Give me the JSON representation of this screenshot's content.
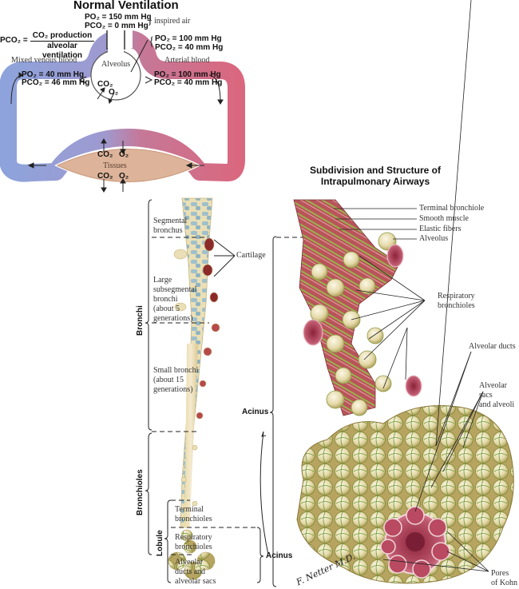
{
  "ventilation": {
    "title": "Normal Ventilation",
    "inspired": {
      "po2": "PO₂ = 150 mm Hg",
      "pco2": "PCO₂ = 0 mm Hg",
      "label": "inspired air"
    },
    "formula": {
      "lhs": "PCO₂ =",
      "numerator": "CO₂ production",
      "denominator": "alveolar ventilation"
    },
    "alveolar_gas": {
      "po2": "PO₂ = 100 mm Hg",
      "pco2": "PCO₂ = 40 mm Hg"
    },
    "alveolus_label": "Alveolus",
    "venous": {
      "label": "Mixed venous blood",
      "po2": "PO₂ = 40 mm Hg",
      "pco2": "PCO₂ = 46 mm Hg"
    },
    "arterial": {
      "label": "Arterial blood",
      "po2": "PO₂ = 100 mm Hg",
      "pco2": "PCO₂ = 40 mm Hg"
    },
    "alveolus_exchange": {
      "co2": "CO₂",
      "o2": "O₂"
    },
    "tissues": {
      "label": "Tissues",
      "co2_top": "CO₂",
      "o2_top": "O₂",
      "co2_bottom": "CO₂",
      "o2_bottom": "O₂"
    },
    "colors": {
      "venous": "#8fa3d9",
      "arterial": "#d86a85",
      "tissue": "#ddb49a"
    }
  },
  "airways": {
    "title_line1": "Subdivision and Structure of",
    "title_line2": "Intrapulmonary Airways",
    "left_labels": {
      "segmental": [
        "Segmental",
        "bronchus"
      ],
      "cartilage": "Cartilage",
      "large_subsegmental": [
        "Large",
        "subsegmental",
        "bronchi",
        "(about 5",
        "generations)"
      ],
      "small_bronchi": [
        "Small bronchi",
        "(about 15",
        "generations)"
      ],
      "terminal_bronchioles": [
        "Terminal",
        "bronchioles"
      ],
      "respiratory_bronchioles": [
        "Respiratory",
        "bronchioles"
      ],
      "alveolar_ducts_sacs": [
        "Alveolar",
        "ducts and",
        "alveolar sacs"
      ],
      "bronchi": "Bronchi",
      "bronchioles": "Bronchioles",
      "lobule": "Lobule",
      "acinus_small": "Acinus",
      "acinus_large": "Acinus"
    },
    "right_labels": {
      "terminal_bronchiole": "Terminal bronchiole",
      "smooth_muscle": "Smooth muscle",
      "elastic_fibers": "Elastic fibers",
      "alveolus": "Alveolus",
      "respiratory_bronchioles": [
        "Respiratory",
        "bronchioles"
      ],
      "alveolar_ducts": "Alveolar ducts",
      "alveolar_sacs": [
        "Alveolar sacs",
        "and alveoli"
      ],
      "pores_of_kohn": [
        "Pores",
        "of Kohn"
      ]
    },
    "signature": "F. Netter M.D."
  }
}
